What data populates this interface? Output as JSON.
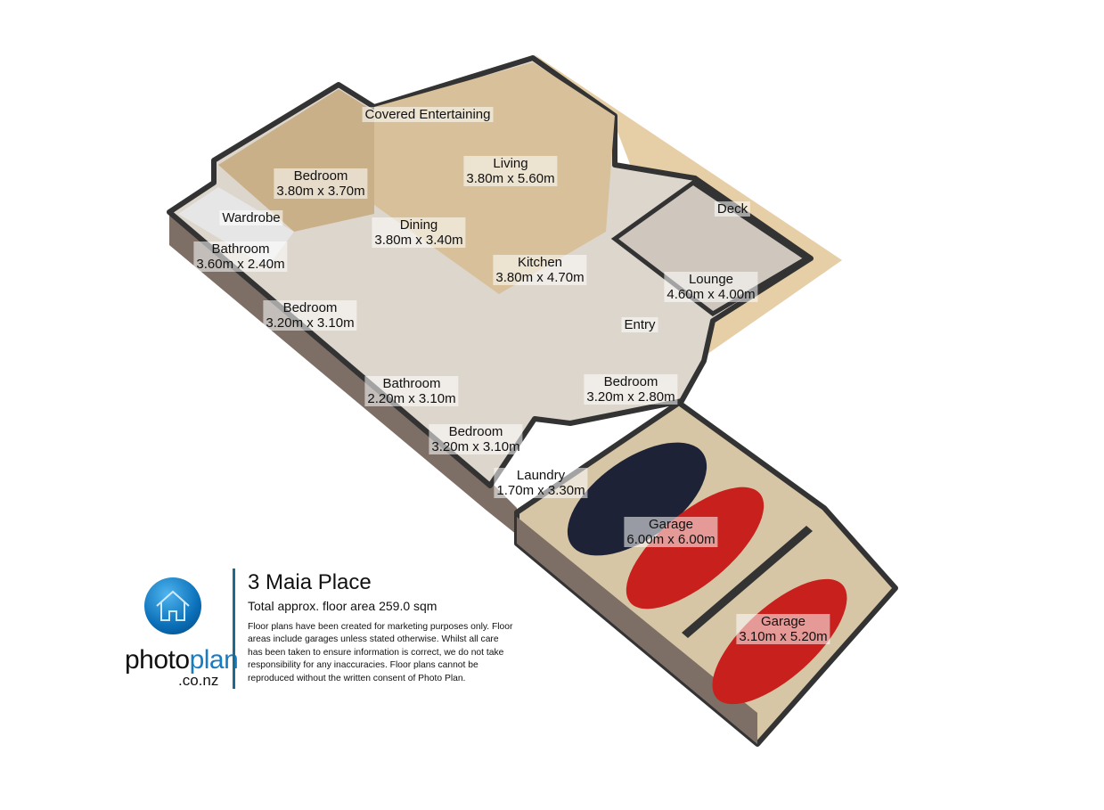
{
  "property": {
    "address": "3 Maia Place",
    "total_area": "Total approx. floor area 259.0 sqm",
    "disclaimer": "Floor plans have been created for marketing purposes only. Floor areas include garages unless stated otherwise. Whilst all care has been taken to ensure information is correct, we do not take responsibility for any inaccuracies. Floor plans cannot be reproduced without the written consent of Photo Plan."
  },
  "brand": {
    "photo": "photo",
    "plan": "plan",
    "domain": ".co.nz",
    "accent": "#1a7cc0"
  },
  "rooms": [
    {
      "name": "Covered Entertaining",
      "size": ""
    },
    {
      "name": "Bedroom",
      "size": "3.80m x 3.70m"
    },
    {
      "name": "Living",
      "size": "3.80m x 5.60m"
    },
    {
      "name": "Wardrobe",
      "size": ""
    },
    {
      "name": "Bathroom",
      "size": "3.60m x 2.40m"
    },
    {
      "name": "Dining",
      "size": "3.80m x 3.40m"
    },
    {
      "name": "Deck",
      "size": ""
    },
    {
      "name": "Kitchen",
      "size": "3.80m x 4.70m"
    },
    {
      "name": "Lounge",
      "size": "4.60m x 4.00m"
    },
    {
      "name": "Bedroom",
      "size": "3.20m x 3.10m"
    },
    {
      "name": "Entry",
      "size": ""
    },
    {
      "name": "Bathroom",
      "size": "2.20m x 3.10m"
    },
    {
      "name": "Bedroom",
      "size": "3.20m x 2.80m"
    },
    {
      "name": "Bedroom",
      "size": "3.20m x 3.10m"
    },
    {
      "name": "Laundry",
      "size": "1.70m x 3.30m"
    },
    {
      "name": "Garage",
      "size": "6.00m x 6.00m"
    },
    {
      "name": "Garage",
      "size": "3.10m x 5.20m"
    }
  ]
}
